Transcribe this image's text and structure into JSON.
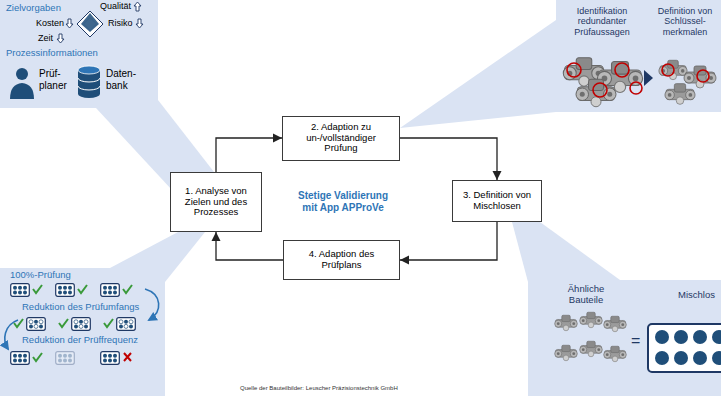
{
  "diagram": {
    "nodes": [
      {
        "text": [
          "Zielvorgaben",
          "Qualität",
          "Kosten",
          "Risiko",
          "Zeit",
          "Prozessinformationen",
          "Prüf- planer",
          "Daten- bank"
        ]
      },
      {
        "text": [
          "Identifikation redundanter Prüfaussagen",
          "Definition von Schlüssel- merkmalen"
        ]
      },
      {
        "text": [
          "1. Analyse von Zielen und des Prozesses"
        ]
      },
      {
        "text": [
          "2. Adaption zu un-/vollständiger Prüfung"
        ]
      },
      {
        "text": [
          "3. Definition von Mischlosen"
        ]
      },
      {
        "text": [
          "4. Adaption des Prüfplans"
        ]
      },
      {
        "text": [
          "100%-Prüfung",
          "Reduktion des Prüfumfangs",
          "Reduktion der Prüffrequenz"
        ]
      },
      {
        "text": [
          "Ähnliche Bauteile",
          "Mischlos",
          "="
        ]
      }
    ],
    "edges": [
      {
        "from": 2,
        "to": 3,
        "arrow": "to"
      },
      {
        "from": 3,
        "to": 4,
        "arrow": "to"
      },
      {
        "from": 4,
        "to": 5,
        "arrow": "to"
      },
      {
        "from": 5,
        "to": 2,
        "arrow": "to"
      }
    ],
    "labels": [
      "Stetige Validierung mit App APProVe",
      "Quelle der Bauteilbilder: Leuscher Präzisionstechnik GmbH"
    ]
  }
}
